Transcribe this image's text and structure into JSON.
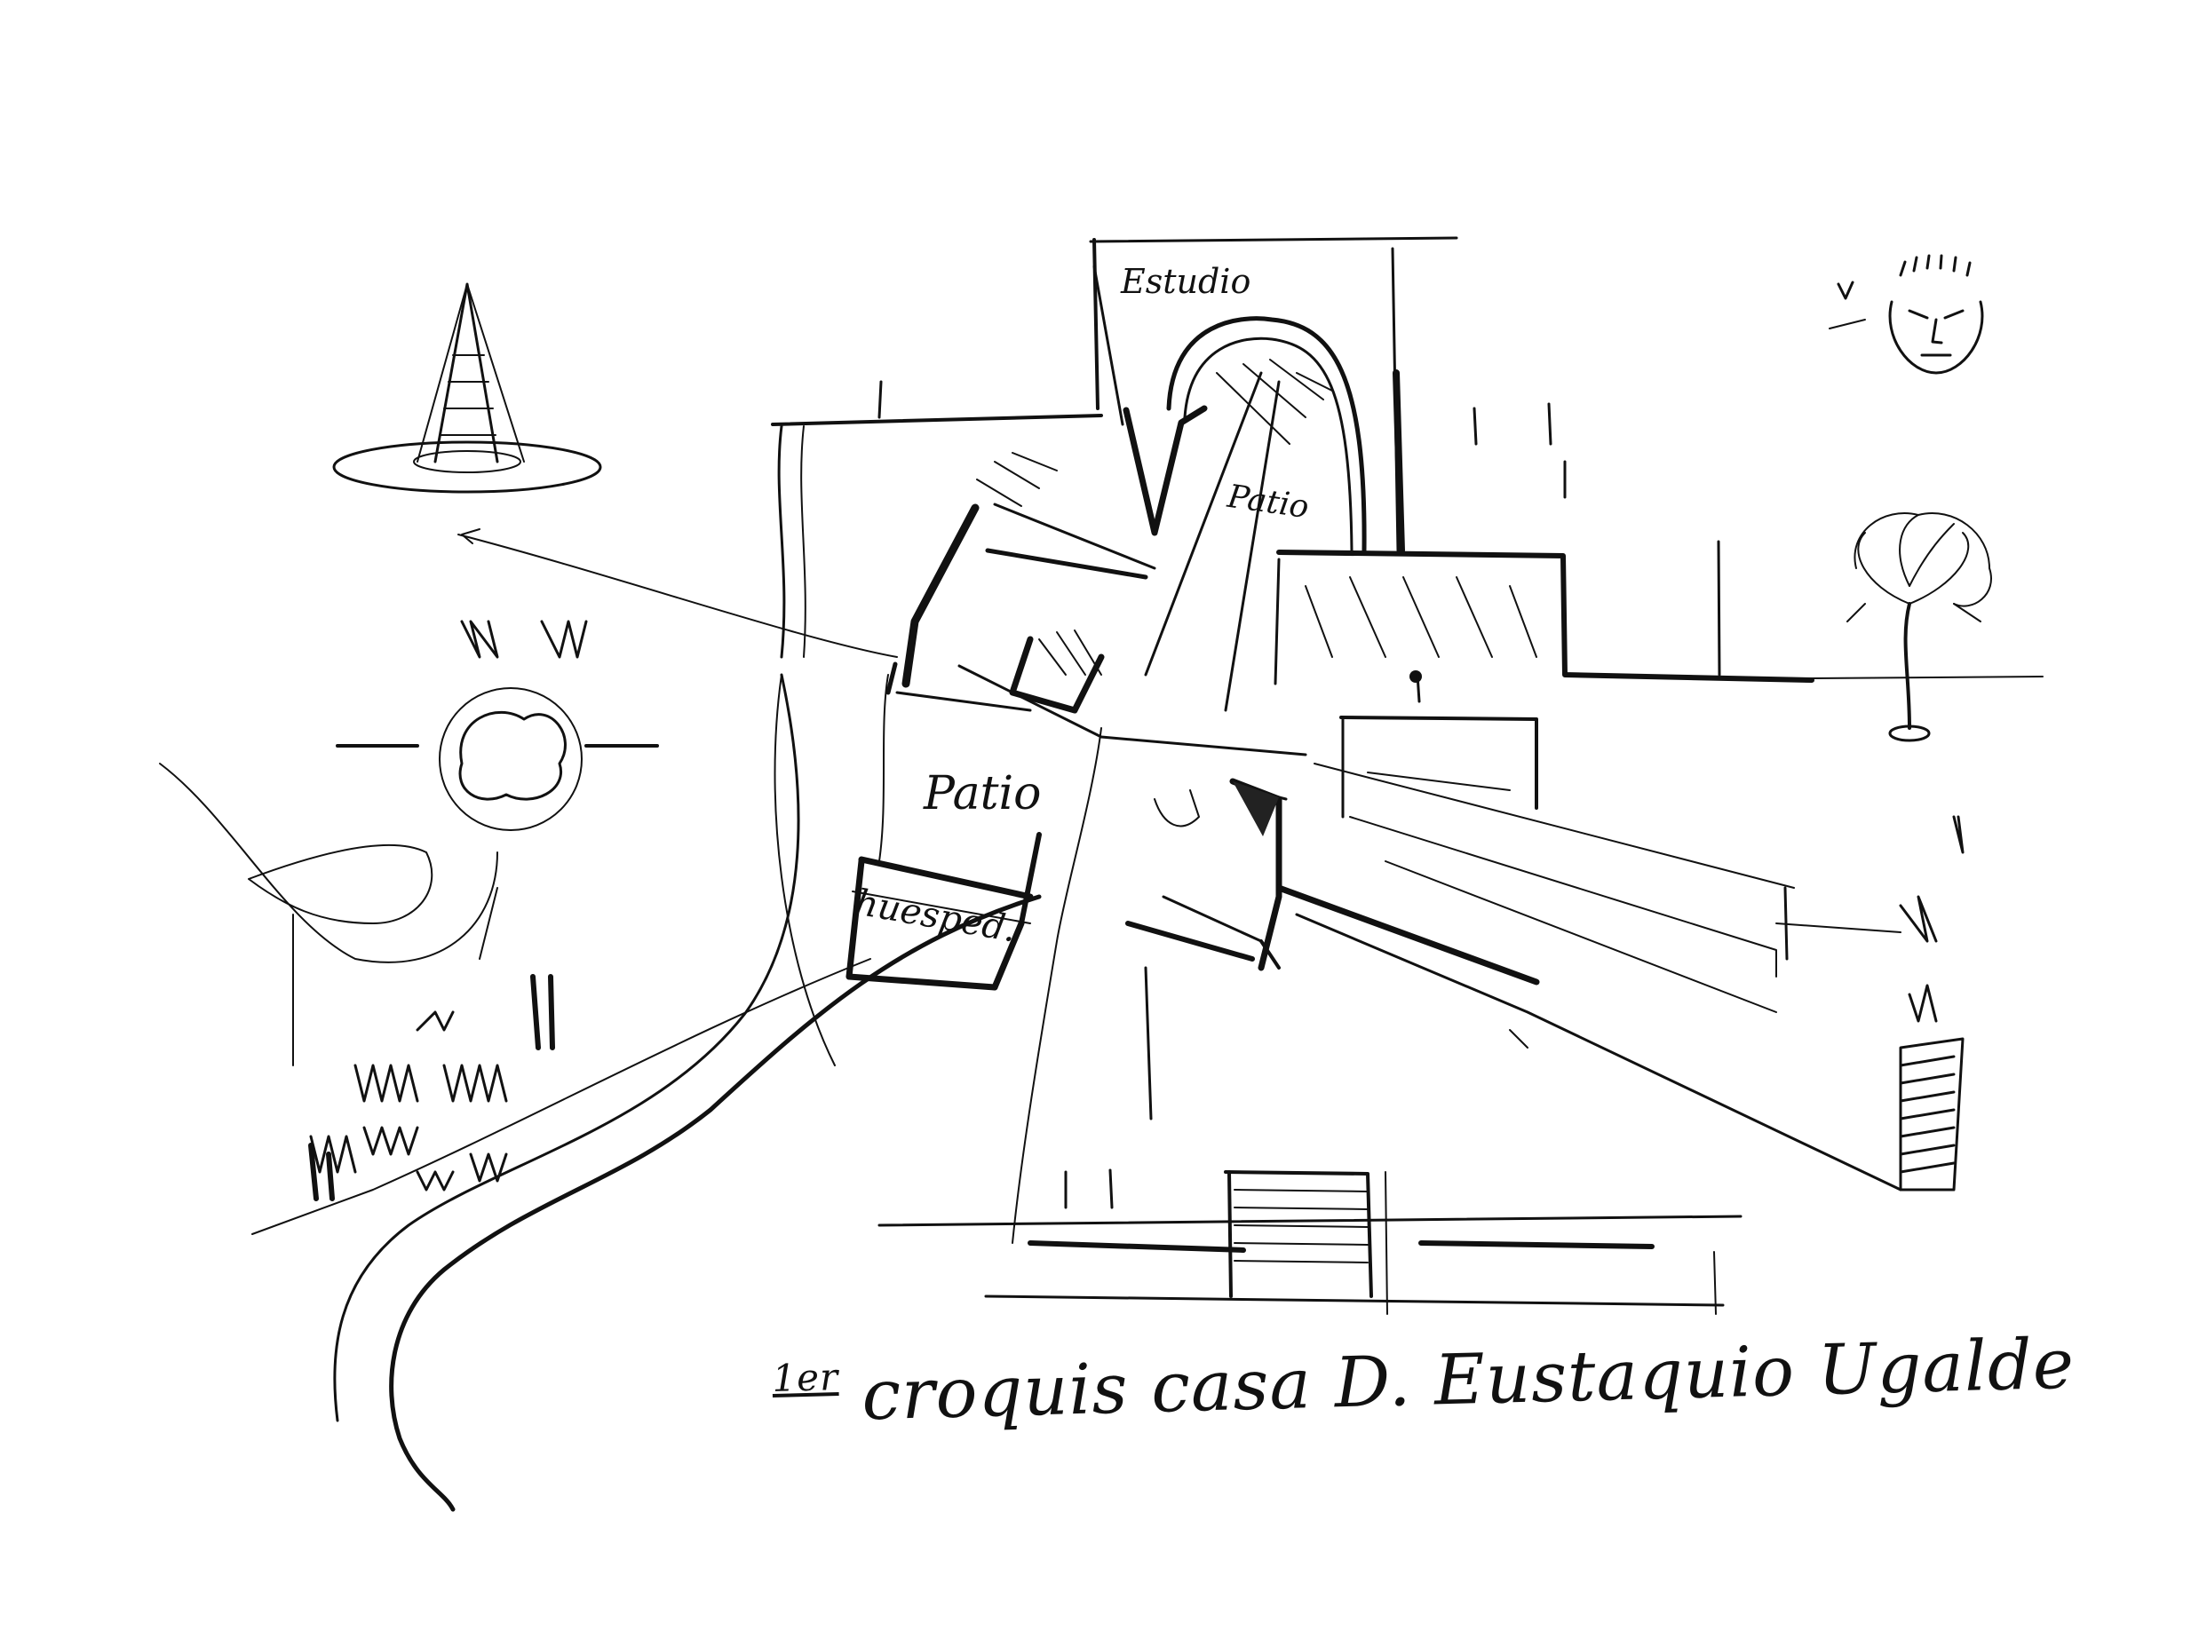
{
  "sketch": {
    "labels": {
      "estudio": "Estudio",
      "patio_upper": "Patio",
      "patio_main": "Patio",
      "huesped": "huesped."
    },
    "caption": {
      "ordinal": "1er",
      "text": "croquis casa D. Eustaquio Ugalde"
    }
  },
  "colors": {
    "ink": "#111111",
    "paper": "#ffffff"
  },
  "icons": [
    "cone-tree-icon",
    "tree-icon",
    "face-icon",
    "shrub-icon",
    "grass-tuft-icon"
  ]
}
